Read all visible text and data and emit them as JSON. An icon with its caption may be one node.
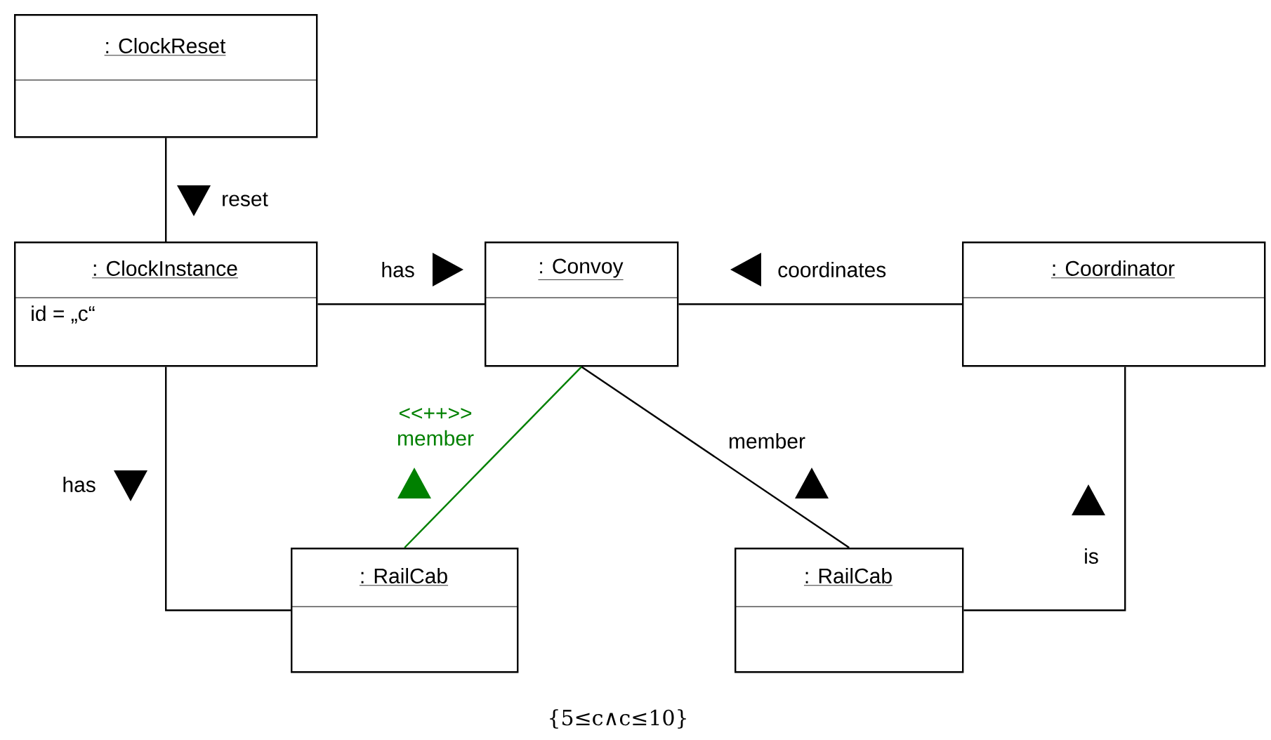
{
  "diagram": {
    "nodes": [
      {
        "text": [
          ": ClockReset"
        ]
      },
      {
        "text": [
          ": ClockInstance",
          "id = „c“"
        ]
      },
      {
        "text": [
          ": Convoy"
        ]
      },
      {
        "text": [
          ": Coordinator"
        ]
      },
      {
        "text": [
          ": RailCab"
        ]
      },
      {
        "text": [
          ": RailCab"
        ]
      }
    ],
    "edges": [
      {
        "from": 0,
        "to": 1,
        "arrow": "none",
        "label": "reset"
      },
      {
        "from": 1,
        "to": 2,
        "arrow": "none",
        "label": "has"
      },
      {
        "from": 3,
        "to": 2,
        "arrow": "none",
        "label": "coordinates"
      },
      {
        "from": 2,
        "to": 4,
        "arrow": "none",
        "label": "<<++>> member",
        "color": "#008000"
      },
      {
        "from": 2,
        "to": 5,
        "arrow": "none",
        "label": "member"
      },
      {
        "from": 1,
        "to": 4,
        "arrow": "none",
        "label": "has"
      },
      {
        "from": 3,
        "to": 5,
        "arrow": "none",
        "label": "is"
      }
    ],
    "labels": [
      "{5≤c∧c≤10}"
    ]
  }
}
